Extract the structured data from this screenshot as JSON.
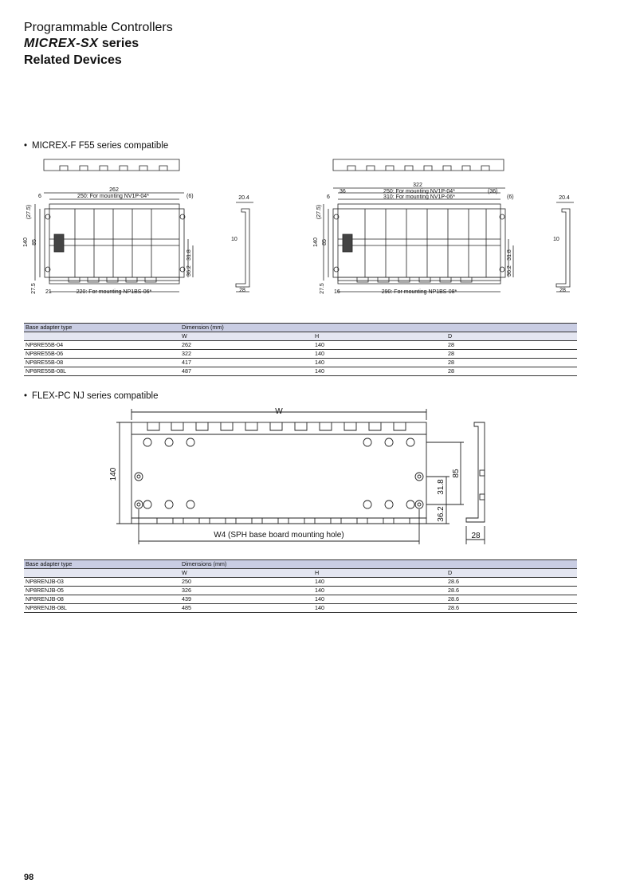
{
  "header": {
    "line1": "Programmable Controllers",
    "brand": "MICREX-SX",
    "series": "series",
    "line3": "Related Devices"
  },
  "sections": {
    "f55": {
      "bullet": "•",
      "title": "MICREX-F F55 series compatible",
      "left": {
        "width": "262",
        "top_mount": "250: For mounting NV1P-04*",
        "right_6": "(6)",
        "left_6": "6",
        "h275_top": "(27.5)",
        "h140": "140",
        "h85": "85",
        "h275_bot": "27.5",
        "d318": "31.8",
        "d362": "36.2",
        "bot_21": "21",
        "bot_mount": "220: For mounting NP1BS-06*",
        "side_204": "20.4",
        "side_10": "10",
        "side_28": "28"
      },
      "right": {
        "width": "322",
        "d36": "36",
        "top_mount1": "250: For mounting NV1P-04*",
        "right_36": "(36)",
        "top_mount2": "310: For mounting NV1P-06*",
        "right_6": "(6)",
        "left_6": "6",
        "h275_top": "(27.5)",
        "h140": "140",
        "h85": "85",
        "h275_bot": "27.5",
        "d318": "31.8",
        "d362": "36.2",
        "bot_16": "16",
        "bot_mount": "290: For mounting NP1BS-08*",
        "side_204": "20.4",
        "side_10": "10",
        "side_28": "28"
      },
      "table": {
        "col1": "Base adapter type",
        "group": "Dimension (mm)",
        "w": "W",
        "h": "H",
        "d": "D",
        "rows": [
          [
            "NP8RE55B-04",
            "262",
            "140",
            "28"
          ],
          [
            "NP8RE55B-06",
            "322",
            "140",
            "28"
          ],
          [
            "NP8RE55B-08",
            "417",
            "140",
            "28"
          ],
          [
            "NP8RE55B-08L",
            "487",
            "140",
            "28"
          ]
        ]
      }
    },
    "nj": {
      "bullet": "•",
      "title": "FLEX-PC NJ series compatible",
      "drawing": {
        "w": "W",
        "h140": "140",
        "h85": "85",
        "d318": "31.8",
        "d362": "36.2",
        "w4": "W4 (SPH base board mounting hole)",
        "side_28": "28"
      },
      "table": {
        "col1": "Base adapter type",
        "group": "Dimensions (mm)",
        "w": "W",
        "h": "H",
        "d": "D",
        "rows": [
          [
            "NP8RENJB-03",
            "250",
            "140",
            "28.6"
          ],
          [
            "NP8RENJB-05",
            "326",
            "140",
            "28.6"
          ],
          [
            "NP8RENJB-08",
            "439",
            "140",
            "28.6"
          ],
          [
            "NP8RENJB-08L",
            "485",
            "140",
            "28.6"
          ]
        ]
      }
    }
  },
  "page_number": "98",
  "colors": {
    "table_header": "#c9cde3",
    "table_subheader": "#e4e6f1"
  }
}
